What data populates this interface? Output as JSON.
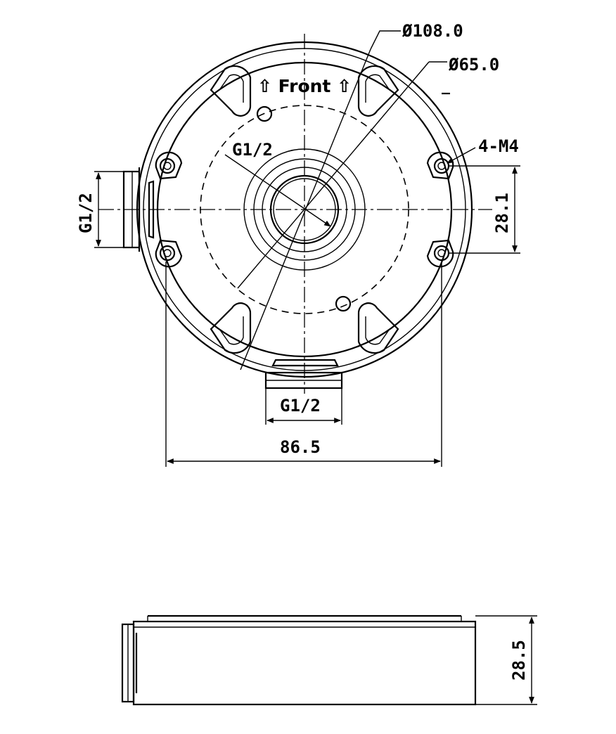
{
  "labels": {
    "outer_diameter": "Ø108.0",
    "hole_circle_diameter": "Ø65.0",
    "front": "⇧ Front ⇧",
    "center_thread": "G1/2",
    "mount_holes": "4-M4",
    "left_thread": "G1/2",
    "hole_spacing": "28.1",
    "bottom_thread": "G1/2",
    "hole_span": "86.5",
    "height": "28.5"
  }
}
